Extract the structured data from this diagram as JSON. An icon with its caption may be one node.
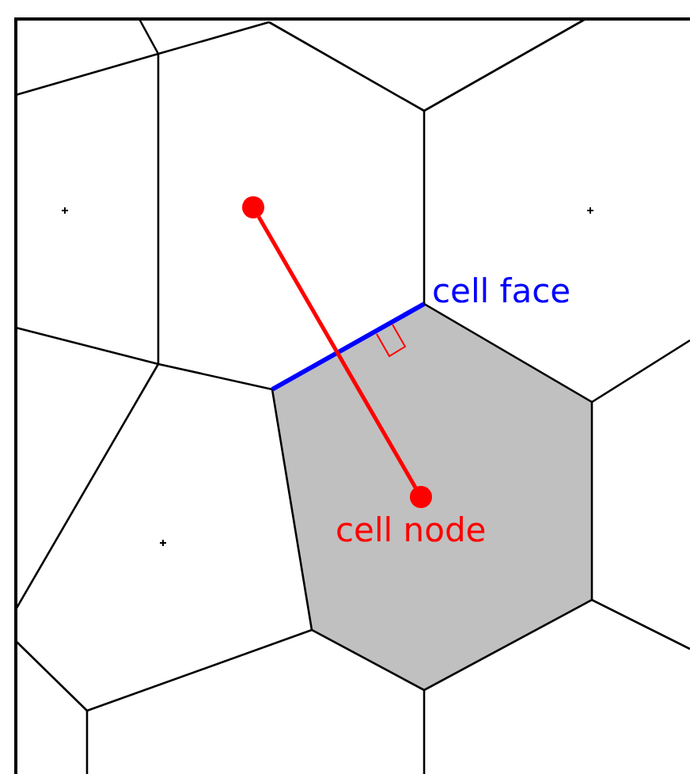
{
  "diagram": {
    "nodes": [
      {
        "text": [],
        "shape": "circle"
      },
      {
        "text": [],
        "shape": "circle",
        "beside": [
          "cell node"
        ]
      }
    ],
    "edges": [
      {
        "from": 0,
        "to": 1,
        "arrow": "none"
      }
    ],
    "labels": [
      "cell face"
    ]
  }
}
